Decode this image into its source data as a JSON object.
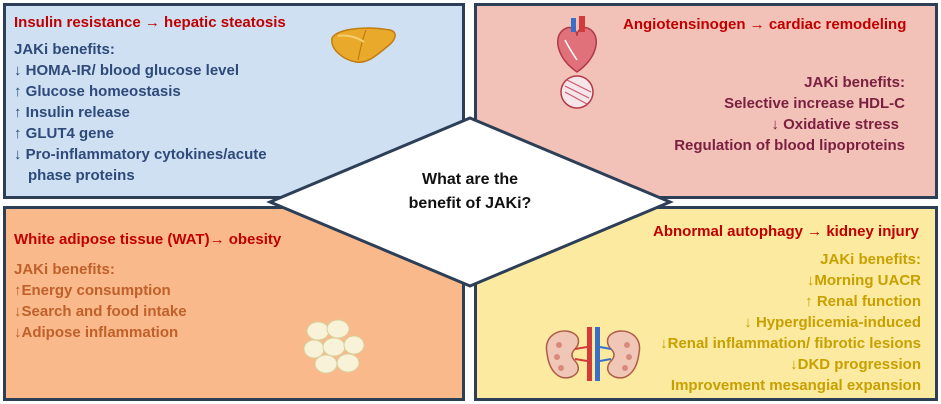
{
  "center": {
    "line1": "What are the",
    "line2": "benefit of JAKi?"
  },
  "panels": {
    "top_left": {
      "title": "Insulin resistance → hepatic steatosis",
      "heading": "JAKi benefits:",
      "items": [
        "↓ HOMA-IR/ blood glucose level",
        "↑ Glucose homeostasis",
        "↑ Insulin release",
        "↑ GLUT4 gene",
        "↓ Pro-inflammatory cytokines/acute",
        "phase proteins"
      ],
      "icon": "liver-icon",
      "color": "#2e4a7a",
      "background": "#cfe0f3"
    },
    "top_right": {
      "title": "Angiotensinogen → cardiac remodeling",
      "heading": "JAKi benefits:",
      "items": [
        "Selective increase HDL-C",
        "↓ Oxidative stress",
        "Regulation of blood lipoproteins"
      ],
      "icon": "heart-icon",
      "color": "#7a1f3f",
      "background": "#f2c1b8"
    },
    "bottom_left": {
      "title": "White adipose tissue (WAT)→ obesity",
      "heading": "JAKi benefits:",
      "items": [
        "↑Energy consumption",
        "↓Search and food intake",
        "↓Adipose inflammation"
      ],
      "icon": "fat-cells-icon",
      "color": "#c0602a",
      "background": "#f9b98a"
    },
    "bottom_right": {
      "title": "Abnormal autophagy → kidney injury",
      "heading": "JAKi benefits:",
      "items": [
        "↓Morning UACR",
        "↑ Renal function",
        "↓ Hyperglicemia-induced",
        "↓Renal inflammation/ fibrotic lesions",
        "↓DKD progression",
        "Improvement mesangial expansion"
      ],
      "icon": "kidney-icon",
      "color": "#c8a000",
      "background": "#fbeaa0"
    }
  },
  "title_color": "#c00000",
  "border_color": "#2d3e57"
}
